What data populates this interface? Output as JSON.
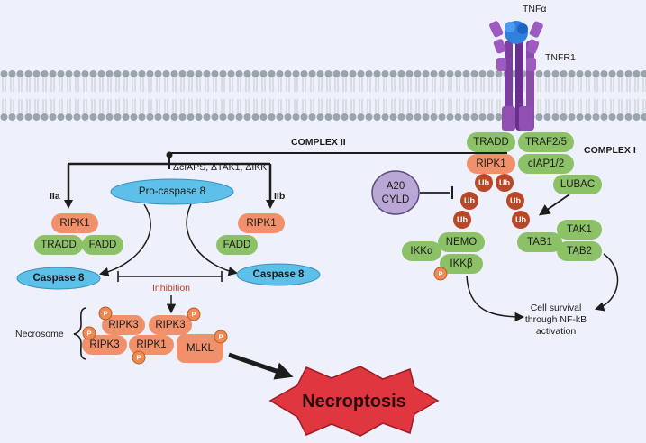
{
  "ligand": "TNFα",
  "receptor": "TNFR1",
  "complex1": "COMPLEX I",
  "complex2": "COMPLEX II",
  "tradd": "TRADD",
  "traf": "TRAF2/5",
  "ripk1": "RIPK1",
  "ciap": "cIAP1/2",
  "lubac": "LUBAC",
  "a20_line1": "A20",
  "a20_line2": "CYLD",
  "ub": "Ub",
  "nemo": "NEMO",
  "ikka": "IKKα",
  "ikkb": "IKKβ",
  "tak1": "TAK1",
  "tab1": "TAB1",
  "tab2": "TAB2",
  "survival_line1": "Cell survival",
  "survival_line2": "through NF-kB",
  "survival_line3": "activation",
  "deletions": "ΔcIAPS, ΔTAK1, ΔIKK",
  "procaspase": "Pro-caspase 8",
  "label_2a": "IIa",
  "label_2b": "IIb",
  "fadd": "FADD",
  "caspase8": "Caspase 8",
  "inhibition": "Inhibition",
  "ripk3": "RIPK3",
  "mlkl": "MLKL",
  "phospho": "P",
  "necrosome": "Necrosome",
  "necroptosis": "Necroptosis",
  "colors": {
    "rip": "#f0916c",
    "green": "#8cc167",
    "caspase": "#5dc0e8",
    "ub": "#b84828",
    "phospho": "#f08a55",
    "receptor": "#7b3f9e",
    "ligand": "#2f7fe0",
    "star": "#e0363f",
    "a20": "#b9a8d6"
  }
}
